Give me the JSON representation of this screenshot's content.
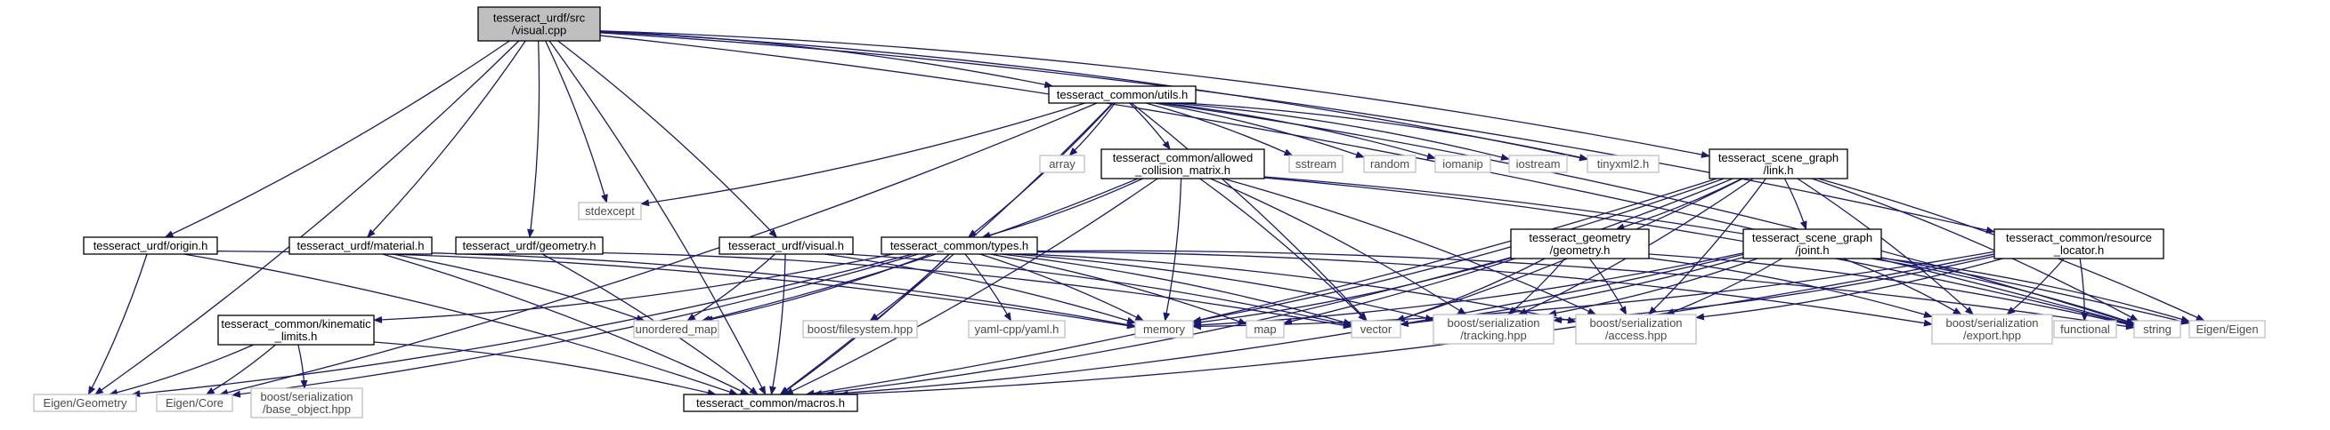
{
  "graph": {
    "root": "tesseract_urdf/src\n/visual.cpp",
    "nodes": [
      {
        "id": "visual_cpp",
        "lines": [
          "tesseract_urdf/src",
          "/visual.cpp"
        ],
        "kind": "root",
        "interactable": false
      },
      {
        "id": "utils_h",
        "lines": [
          "tesseract_common/utils.h"
        ],
        "kind": "file",
        "interactable": true
      },
      {
        "id": "stdexcept",
        "lines": [
          "stdexcept"
        ],
        "kind": "system",
        "interactable": false
      },
      {
        "id": "origin_h",
        "lines": [
          "tesseract_urdf/origin.h"
        ],
        "kind": "file",
        "interactable": true
      },
      {
        "id": "material_h",
        "lines": [
          "tesseract_urdf/material.h"
        ],
        "kind": "file",
        "interactable": true
      },
      {
        "id": "geometry_urdf_h",
        "lines": [
          "tesseract_urdf/geometry.h"
        ],
        "kind": "file",
        "interactable": true
      },
      {
        "id": "visual_h",
        "lines": [
          "tesseract_urdf/visual.h"
        ],
        "kind": "file",
        "interactable": true
      },
      {
        "id": "array",
        "lines": [
          "array"
        ],
        "kind": "system",
        "interactable": false
      },
      {
        "id": "acm_h",
        "lines": [
          "tesseract_common/allowed",
          "_collision_matrix.h"
        ],
        "kind": "file",
        "interactable": true
      },
      {
        "id": "sstream",
        "lines": [
          "sstream"
        ],
        "kind": "system",
        "interactable": false
      },
      {
        "id": "random",
        "lines": [
          "random"
        ],
        "kind": "system",
        "interactable": false
      },
      {
        "id": "iomanip",
        "lines": [
          "iomanip"
        ],
        "kind": "system",
        "interactable": false
      },
      {
        "id": "iostream",
        "lines": [
          "iostream"
        ],
        "kind": "system",
        "interactable": false
      },
      {
        "id": "tinyxml2",
        "lines": [
          "tinyxml2.h"
        ],
        "kind": "system",
        "interactable": false
      },
      {
        "id": "link_h",
        "lines": [
          "tesseract_scene_graph",
          "/link.h"
        ],
        "kind": "file",
        "interactable": true
      },
      {
        "id": "types_h",
        "lines": [
          "tesseract_common/types.h"
        ],
        "kind": "file",
        "interactable": true
      },
      {
        "id": "geom_geometry_h",
        "lines": [
          "tesseract_geometry",
          "/geometry.h"
        ],
        "kind": "file",
        "interactable": true
      },
      {
        "id": "joint_h",
        "lines": [
          "tesseract_scene_graph",
          "/joint.h"
        ],
        "kind": "file",
        "interactable": true
      },
      {
        "id": "resource_locator_h",
        "lines": [
          "tesseract_common/resource",
          "_locator.h"
        ],
        "kind": "file",
        "interactable": true
      },
      {
        "id": "kin_limits_h",
        "lines": [
          "tesseract_common/kinematic",
          "_limits.h"
        ],
        "kind": "file",
        "interactable": true
      },
      {
        "id": "unordered_map",
        "lines": [
          "unordered_map"
        ],
        "kind": "system",
        "interactable": false
      },
      {
        "id": "boost_fs",
        "lines": [
          "boost/filesystem.hpp"
        ],
        "kind": "system",
        "interactable": false
      },
      {
        "id": "yaml_cpp",
        "lines": [
          "yaml-cpp/yaml.h"
        ],
        "kind": "system",
        "interactable": false
      },
      {
        "id": "memory",
        "lines": [
          "memory"
        ],
        "kind": "system",
        "interactable": false
      },
      {
        "id": "map",
        "lines": [
          "map"
        ],
        "kind": "system",
        "interactable": false
      },
      {
        "id": "vector",
        "lines": [
          "vector"
        ],
        "kind": "system",
        "interactable": false
      },
      {
        "id": "tracking_hpp",
        "lines": [
          "boost/serialization",
          "/tracking.hpp"
        ],
        "kind": "system",
        "interactable": false
      },
      {
        "id": "access_hpp",
        "lines": [
          "boost/serialization",
          "/access.hpp"
        ],
        "kind": "system",
        "interactable": false
      },
      {
        "id": "export_hpp",
        "lines": [
          "boost/serialization",
          "/export.hpp"
        ],
        "kind": "system",
        "interactable": false
      },
      {
        "id": "functional",
        "lines": [
          "functional"
        ],
        "kind": "system",
        "interactable": false
      },
      {
        "id": "string",
        "lines": [
          "string"
        ],
        "kind": "system",
        "interactable": false
      },
      {
        "id": "eigen_eigen",
        "lines": [
          "Eigen/Eigen"
        ],
        "kind": "system",
        "interactable": false
      },
      {
        "id": "eigen_geometry",
        "lines": [
          "Eigen/Geometry"
        ],
        "kind": "system",
        "interactable": false
      },
      {
        "id": "eigen_core",
        "lines": [
          "Eigen/Core"
        ],
        "kind": "system",
        "interactable": false
      },
      {
        "id": "base_object",
        "lines": [
          "boost/serialization",
          "/base_object.hpp"
        ],
        "kind": "system",
        "interactable": false
      },
      {
        "id": "macros_h",
        "lines": [
          "tesseract_common/macros.h"
        ],
        "kind": "file",
        "interactable": true
      }
    ],
    "edges": [
      [
        "visual_cpp",
        "utils_h"
      ],
      [
        "visual_cpp",
        "stdexcept"
      ],
      [
        "visual_cpp",
        "origin_h"
      ],
      [
        "visual_cpp",
        "material_h"
      ],
      [
        "visual_cpp",
        "geometry_urdf_h"
      ],
      [
        "visual_cpp",
        "visual_h"
      ],
      [
        "visual_cpp",
        "tinyxml2"
      ],
      [
        "visual_cpp",
        "link_h"
      ],
      [
        "visual_cpp",
        "resource_locator_h"
      ],
      [
        "visual_cpp",
        "eigen_geometry"
      ],
      [
        "visual_cpp",
        "macros_h"
      ],
      [
        "visual_cpp",
        "string"
      ],
      [
        "utils_h",
        "stdexcept"
      ],
      [
        "utils_h",
        "array"
      ],
      [
        "utils_h",
        "acm_h"
      ],
      [
        "utils_h",
        "sstream"
      ],
      [
        "utils_h",
        "random"
      ],
      [
        "utils_h",
        "iomanip"
      ],
      [
        "utils_h",
        "iostream"
      ],
      [
        "utils_h",
        "tinyxml2"
      ],
      [
        "utils_h",
        "types_h"
      ],
      [
        "utils_h",
        "eigen_core"
      ],
      [
        "utils_h",
        "vector"
      ],
      [
        "utils_h",
        "string"
      ],
      [
        "utils_h",
        "macros_h"
      ],
      [
        "origin_h",
        "memory"
      ],
      [
        "origin_h",
        "eigen_geometry"
      ],
      [
        "origin_h",
        "macros_h"
      ],
      [
        "material_h",
        "memory"
      ],
      [
        "material_h",
        "unordered_map"
      ],
      [
        "material_h",
        "macros_h"
      ],
      [
        "geometry_urdf_h",
        "vector"
      ],
      [
        "geometry_urdf_h",
        "macros_h"
      ],
      [
        "visual_h",
        "memory"
      ],
      [
        "visual_h",
        "unordered_map"
      ],
      [
        "visual_h",
        "vector"
      ],
      [
        "visual_h",
        "macros_h"
      ],
      [
        "acm_h",
        "types_h"
      ],
      [
        "acm_h",
        "unordered_map"
      ],
      [
        "acm_h",
        "memory"
      ],
      [
        "acm_h",
        "vector"
      ],
      [
        "acm_h",
        "string"
      ],
      [
        "acm_h",
        "access_hpp"
      ],
      [
        "acm_h",
        "tracking_hpp"
      ],
      [
        "acm_h",
        "eigen_eigen"
      ],
      [
        "acm_h",
        "macros_h"
      ],
      [
        "link_h",
        "geom_geometry_h"
      ],
      [
        "link_h",
        "joint_h"
      ],
      [
        "link_h",
        "memory"
      ],
      [
        "link_h",
        "map"
      ],
      [
        "link_h",
        "vector"
      ],
      [
        "link_h",
        "string"
      ],
      [
        "link_h",
        "eigen_eigen"
      ],
      [
        "link_h",
        "access_hpp"
      ],
      [
        "link_h",
        "export_hpp"
      ],
      [
        "link_h",
        "tracking_hpp"
      ],
      [
        "link_h",
        "macros_h"
      ],
      [
        "types_h",
        "kin_limits_h"
      ],
      [
        "types_h",
        "unordered_map"
      ],
      [
        "types_h",
        "boost_fs"
      ],
      [
        "types_h",
        "yaml_cpp"
      ],
      [
        "types_h",
        "memory"
      ],
      [
        "types_h",
        "map"
      ],
      [
        "types_h",
        "vector"
      ],
      [
        "types_h",
        "eigen_geometry"
      ],
      [
        "types_h",
        "eigen_core"
      ],
      [
        "types_h",
        "tracking_hpp"
      ],
      [
        "types_h",
        "access_hpp"
      ],
      [
        "types_h",
        "export_hpp"
      ],
      [
        "types_h",
        "string"
      ],
      [
        "types_h",
        "macros_h"
      ],
      [
        "geom_geometry_h",
        "memory"
      ],
      [
        "geom_geometry_h",
        "vector"
      ],
      [
        "geom_geometry_h",
        "string"
      ],
      [
        "geom_geometry_h",
        "tracking_hpp"
      ],
      [
        "geom_geometry_h",
        "access_hpp"
      ],
      [
        "geom_geometry_h",
        "export_hpp"
      ],
      [
        "geom_geometry_h",
        "macros_h"
      ],
      [
        "joint_h",
        "memory"
      ],
      [
        "joint_h",
        "vector"
      ],
      [
        "joint_h",
        "string"
      ],
      [
        "joint_h",
        "tracking_hpp"
      ],
      [
        "joint_h",
        "access_hpp"
      ],
      [
        "joint_h",
        "export_hpp"
      ],
      [
        "joint_h",
        "eigen_eigen"
      ],
      [
        "joint_h",
        "macros_h"
      ],
      [
        "resource_locator_h",
        "functional"
      ],
      [
        "resource_locator_h",
        "memory"
      ],
      [
        "resource_locator_h",
        "access_hpp"
      ],
      [
        "resource_locator_h",
        "export_hpp"
      ],
      [
        "resource_locator_h",
        "tracking_hpp"
      ],
      [
        "resource_locator_h",
        "macros_h"
      ],
      [
        "kin_limits_h",
        "eigen_geometry"
      ],
      [
        "kin_limits_h",
        "eigen_core"
      ],
      [
        "kin_limits_h",
        "base_object"
      ],
      [
        "kin_limits_h",
        "macros_h"
      ]
    ]
  },
  "colors": {
    "edge": "#191970",
    "root_fill": "#bfbfbf",
    "file_fill": "#ffffff",
    "file_border": "#000000",
    "system_border": "#bfbfbf",
    "system_text": "#4a4a4a",
    "file_text": "#000000"
  }
}
